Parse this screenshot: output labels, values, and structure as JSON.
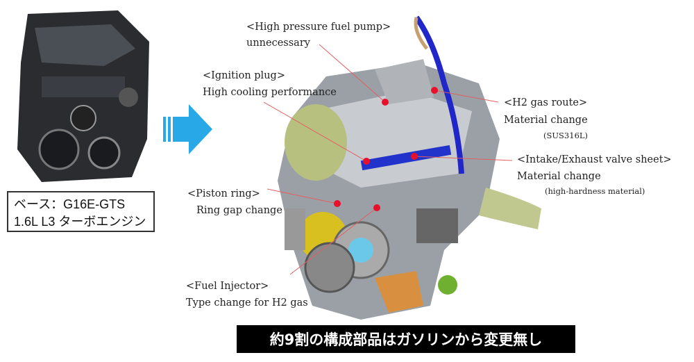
{
  "base_engine": {
    "line1": "ベース：G16E-GTS",
    "line2": "1.6L L3 ターボエンジン"
  },
  "callouts": [
    {
      "title": "<High pressure fuel pump>",
      "desc": "unnecessary"
    },
    {
      "title": "<Ignition plug>",
      "desc": "High cooling performance"
    },
    {
      "title": "<H2 gas route>",
      "desc": "Material change",
      "note": "(SUS316L)"
    },
    {
      "title": "<Intake/Exhaust valve sheet>",
      "desc": "Material change",
      "note": "(high-hardness material)"
    },
    {
      "title": "<Piston ring>",
      "desc": "Ring gap change"
    },
    {
      "title": "<Fuel Injector>",
      "desc": "Type change for H2 gas"
    }
  ],
  "banner": "約9割の構成部品はガソリンから変更無し",
  "colors": {
    "arrow": "#29a8e8",
    "marker": "#e8102a",
    "banner_bg": "#000000"
  }
}
